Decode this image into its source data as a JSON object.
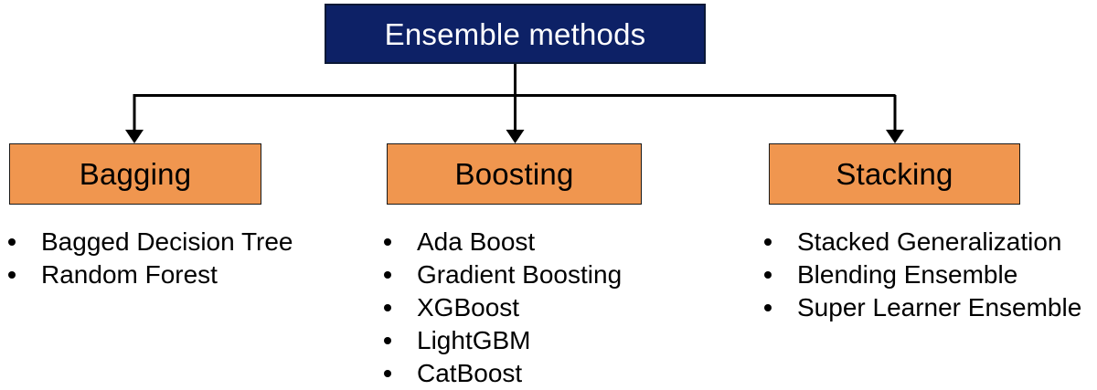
{
  "diagram_title": "Ensemble methods",
  "colors": {
    "root_bg": "#0D2166",
    "root_border": "#0A1836",
    "root_text": "#FFFFFF",
    "branch_bg": "#F0964F",
    "branch_border": "#1A1A1A",
    "connector": "#000000"
  },
  "root": {
    "label": "Ensemble methods"
  },
  "branches": [
    {
      "label": "Bagging",
      "items": [
        "Bagged Decision Tree",
        "Random Forest"
      ]
    },
    {
      "label": "Boosting",
      "items": [
        "Ada Boost",
        "Gradient Boosting",
        "XGBoost",
        "LightGBM",
        "CatBoost"
      ]
    },
    {
      "label": "Stacking",
      "items": [
        "Stacked Generalization",
        "Blending Ensemble",
        "Super Learner Ensemble"
      ]
    }
  ]
}
